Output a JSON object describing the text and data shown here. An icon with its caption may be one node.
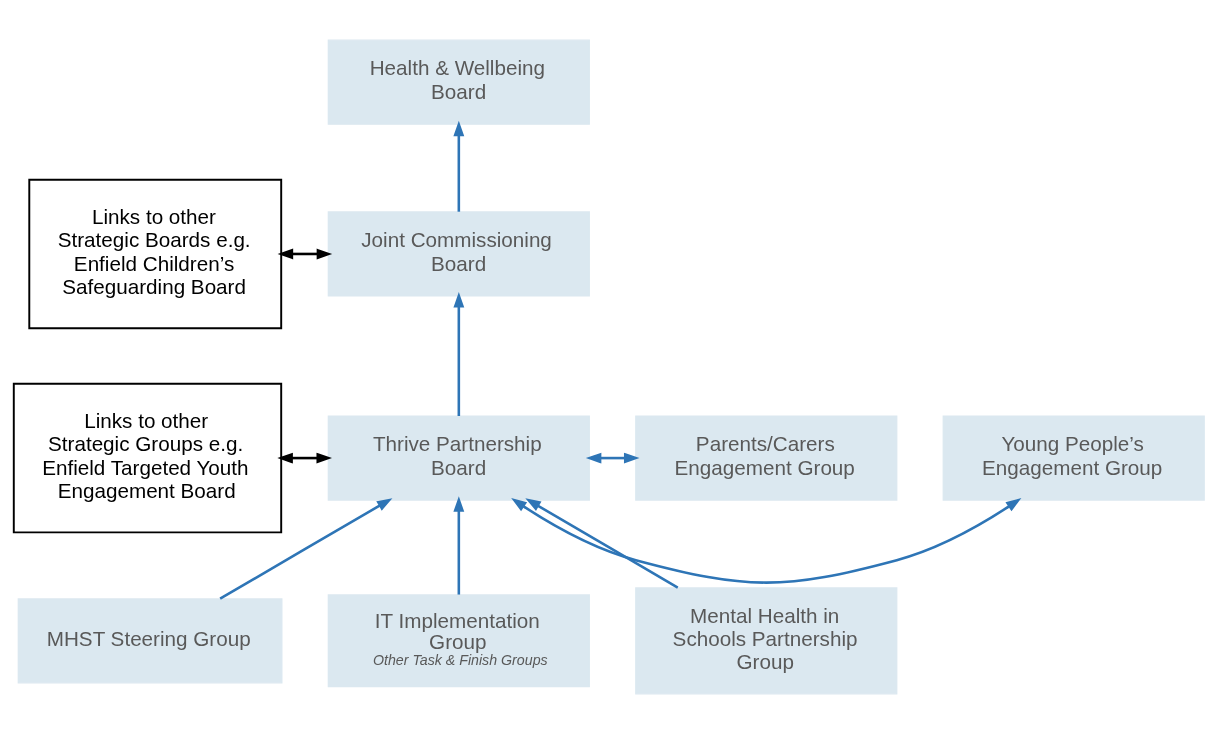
{
  "diagram": {
    "nodes": [
      {
        "text": [
          "Health & Wellbeing Board"
        ]
      },
      {
        "text": [
          "Links to other Strategic Boards e.g. Enfield Children’s Safeguarding Board"
        ]
      },
      {
        "text": [
          "Joint Commissioning Board"
        ]
      },
      {
        "text": [
          "Links to other Strategic Groups e.g. Enfield Targeted Youth Engagement Board"
        ]
      },
      {
        "text": [
          "Thrive Partnership Board"
        ]
      },
      {
        "text": [
          "Young People’s Engagement Group"
        ]
      },
      {
        "text": [
          "Parents/Carers Engagement Group"
        ]
      },
      {
        "text": [
          "MHST Steering Group"
        ]
      },
      {
        "text": [
          "IT Implementation Group",
          "Other Task & Finish Groups"
        ]
      },
      {
        "text": [
          "Mental Health in Schools Partnership Group"
        ]
      }
    ],
    "edges": [
      {
        "from": 2,
        "to": 0,
        "arrow": "to"
      },
      {
        "from": 1,
        "to": 2,
        "arrow": "both",
        "color": "#000000"
      },
      {
        "from": 4,
        "to": 2,
        "arrow": "to"
      },
      {
        "from": 3,
        "to": 4,
        "arrow": "both",
        "color": "#000000"
      },
      {
        "from": 4,
        "to": 5,
        "arrow": "both"
      },
      {
        "from": 4,
        "to": 6,
        "arrow": "both"
      },
      {
        "from": 7,
        "to": 4,
        "arrow": "to"
      },
      {
        "from": 8,
        "to": 4,
        "arrow": "to"
      },
      {
        "from": 9,
        "to": 4,
        "arrow": "to"
      }
    ]
  }
}
